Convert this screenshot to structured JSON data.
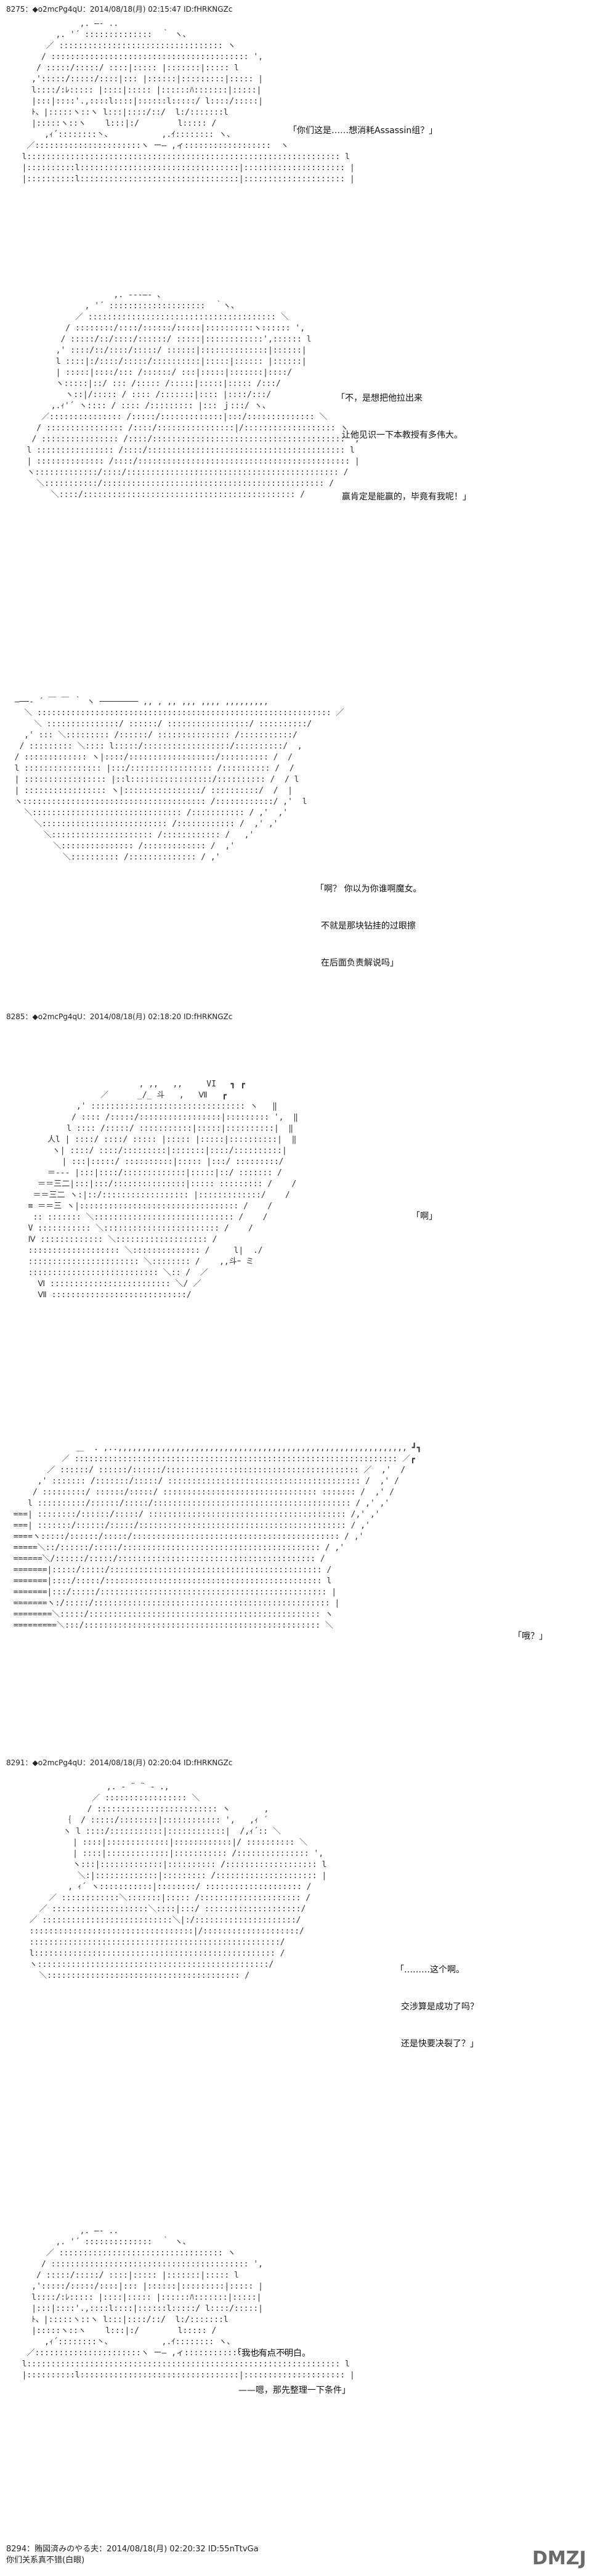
{
  "posts": [
    {
      "header": "8275：◆o2mcPg4qU：2014/08/18(月) 02:15:47 ID:fHRKNGZc",
      "panels": [
        {
          "lines": [
            "「你们这是……想消耗Assassin组？」"
          ]
        },
        {
          "lines": [
            "「不，是想把他拉出来",
            "  让他见识一下本教授有多伟大。",
            "",
            "  赢肯定是能赢的，毕竟有我呢！」"
          ]
        },
        {
          "lines": [
            "「啊？ 你以为你谁啊魔女。",
            "  不就是那块钻挂的过眼擦",
            "  在后面负责解说吗」"
          ]
        }
      ]
    },
    {
      "header": "8285：◆o2mcPg4qU：2014/08/18(月) 02:18:20 ID:fHRKNGZc",
      "panels": [
        {
          "lines": [
            "「啊」"
          ]
        },
        {
          "lines": [
            "「哦？」"
          ]
        }
      ]
    },
    {
      "header": "8291：◆o2mcPg4qU：2014/08/18(月) 02:20:04 ID:fHRKNGZc",
      "panels": [
        {
          "lines": [
            "「………这个啊。",
            "  交涉算是成功了吗？",
            "  还是快要决裂了？」"
          ]
        },
        {
          "lines": [
            "「我也有点不明白。",
            "  ——嗯，那先整理一下条件」"
          ]
        }
      ]
    }
  ],
  "footer": {
    "line1": "8294：賄図済みのやる夫：2014/08/18(月) 02:20:32 ID:55nTtvGa",
    "line2": "你们关系真不错(白眼)"
  },
  "logo": {
    "text": "DMZJ"
  }
}
